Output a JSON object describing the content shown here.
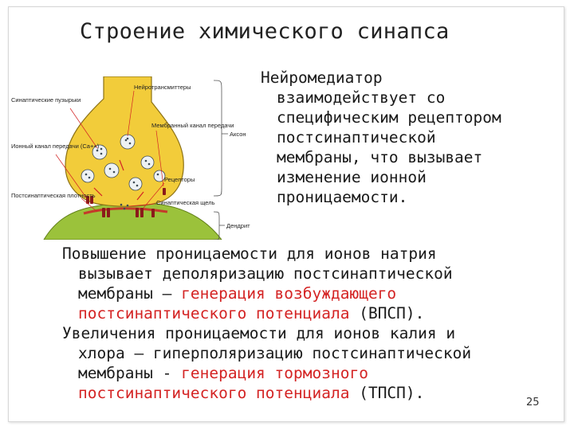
{
  "title": "Строение химического синапса",
  "right_text": [
    "Нейромедиатор",
    "взаимодействует со",
    "специфическим рецептором",
    "постсинаптической",
    "мембраны, что вызывает",
    "изменение ионной",
    "проницаемости."
  ],
  "para1": {
    "l1": "Повышение проницаемости для ионов натрия",
    "l2": "вызывает деполяризацию постсинаптической",
    "l3a": "мембраны – ",
    "l3b": "генерация возбуждающего",
    "l4a": "постсинаптического потенциала",
    "l4b": " (ВПСП)."
  },
  "para2": {
    "l1": "Увеличения проницаемости для ионов калия и",
    "l2": "хлора – гиперполяризацию постсинаптической",
    "l3a": "мембраны - ",
    "l3b": "генерация тормозного",
    "l4a": "постсинаптического потенциала",
    "l4b": " (ТПСП)."
  },
  "diagram_labels": {
    "vesicles": "Синаптические пузырьки",
    "neurotransmitters": "Нейротрансмиттеры",
    "membrane_channel": "Мембранный канал передачи",
    "axon": "Аксон",
    "ion_channel": "Ионный канал передачи (Ca++)",
    "receptors": "Рецепторы",
    "postsynaptic_density": "Постсинаптическая плотность",
    "synaptic_cleft": "Синаптическая щель",
    "dendrite": "Дендрит"
  },
  "page_number": "25",
  "colors": {
    "red_text": "#d42424",
    "axon_fill": "#f2cc3a",
    "dendrite_fill": "#9bc23b",
    "vesicle_fill": "#eef2f4",
    "receptor": "#8b1a1a"
  }
}
